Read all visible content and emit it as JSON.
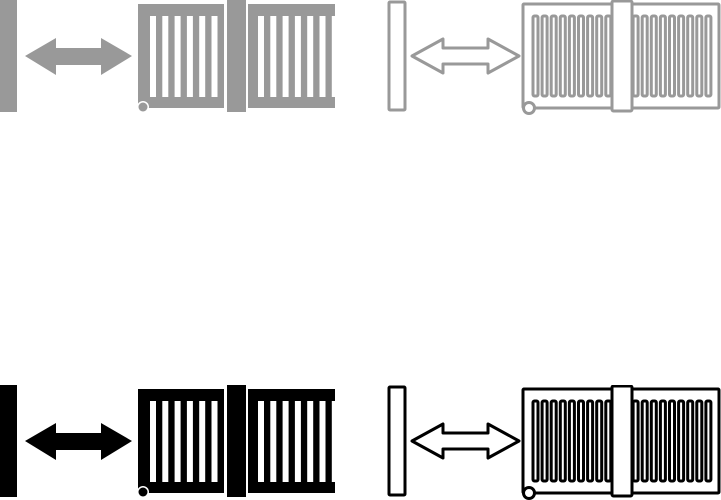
{
  "icons": [
    {
      "name": "sliding-gate-filled-icon",
      "style": "filled",
      "color": "#999999"
    },
    {
      "name": "sliding-gate-outline-icon",
      "style": "outline",
      "color": "#999999"
    },
    {
      "name": "sliding-gate-filled-icon",
      "style": "filled",
      "color": "#000000"
    },
    {
      "name": "sliding-gate-outline-icon",
      "style": "outline",
      "color": "#000000"
    }
  ],
  "background": "#ffffff"
}
